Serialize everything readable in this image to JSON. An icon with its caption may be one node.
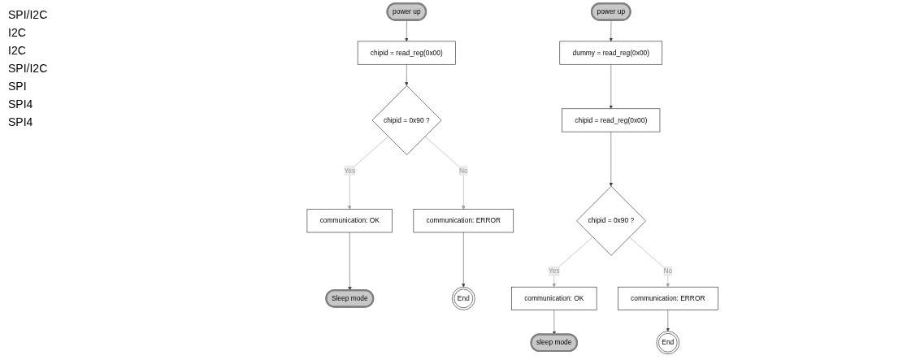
{
  "diagram": {
    "nodes": [
      {
        "text": [
          "power up"
        ]
      },
      {
        "text": [
          "chipid = read_reg(0x00)"
        ]
      },
      {
        "text": [
          "chipid = 0x90 ?"
        ]
      },
      {
        "text": [
          "communication: OK"
        ]
      },
      {
        "text": [
          "communication: ERROR"
        ]
      },
      {
        "text": [
          "Sleep mode"
        ]
      },
      {
        "text": [
          "End"
        ]
      },
      {
        "text": [
          "power up"
        ]
      },
      {
        "text": [
          "dummy = read_reg(0x00)"
        ]
      },
      {
        "text": [
          "chipid = read_reg(0x00)"
        ]
      },
      {
        "text": [
          "chipid = 0x90 ?"
        ]
      },
      {
        "text": [
          "communication: OK"
        ]
      },
      {
        "text": [
          "communication: ERROR"
        ]
      },
      {
        "text": [
          "sleep mode"
        ]
      },
      {
        "text": [
          "End"
        ]
      }
    ],
    "edges": [
      {
        "from": 0,
        "to": 1,
        "arrow": "to"
      },
      {
        "from": 1,
        "to": 2,
        "arrow": "to"
      },
      {
        "from": 2,
        "to": 3,
        "arrow": "to",
        "label": "Yes",
        "color": "#999999"
      },
      {
        "from": 2,
        "to": 4,
        "arrow": "to",
        "label": "No",
        "color": "#999999"
      },
      {
        "from": 3,
        "to": 5,
        "arrow": "to"
      },
      {
        "from": 4,
        "to": 6,
        "arrow": "to"
      },
      {
        "from": 7,
        "to": 8,
        "arrow": "to"
      },
      {
        "from": 8,
        "to": 9,
        "arrow": "to"
      },
      {
        "from": 9,
        "to": 10,
        "arrow": "to"
      },
      {
        "from": 10,
        "to": 11,
        "arrow": "to",
        "label": "Yes",
        "color": "#999999"
      },
      {
        "from": 10,
        "to": 12,
        "arrow": "to",
        "label": "No",
        "color": "#999999"
      },
      {
        "from": 11,
        "to": 13,
        "arrow": "to"
      },
      {
        "from": 12,
        "to": 14,
        "arrow": "to"
      }
    ],
    "labels": [
      "SPI/I2C",
      "I2C",
      "I2C",
      "SPI/I2C",
      "SPI",
      "SPI4",
      "SPI4"
    ]
  }
}
